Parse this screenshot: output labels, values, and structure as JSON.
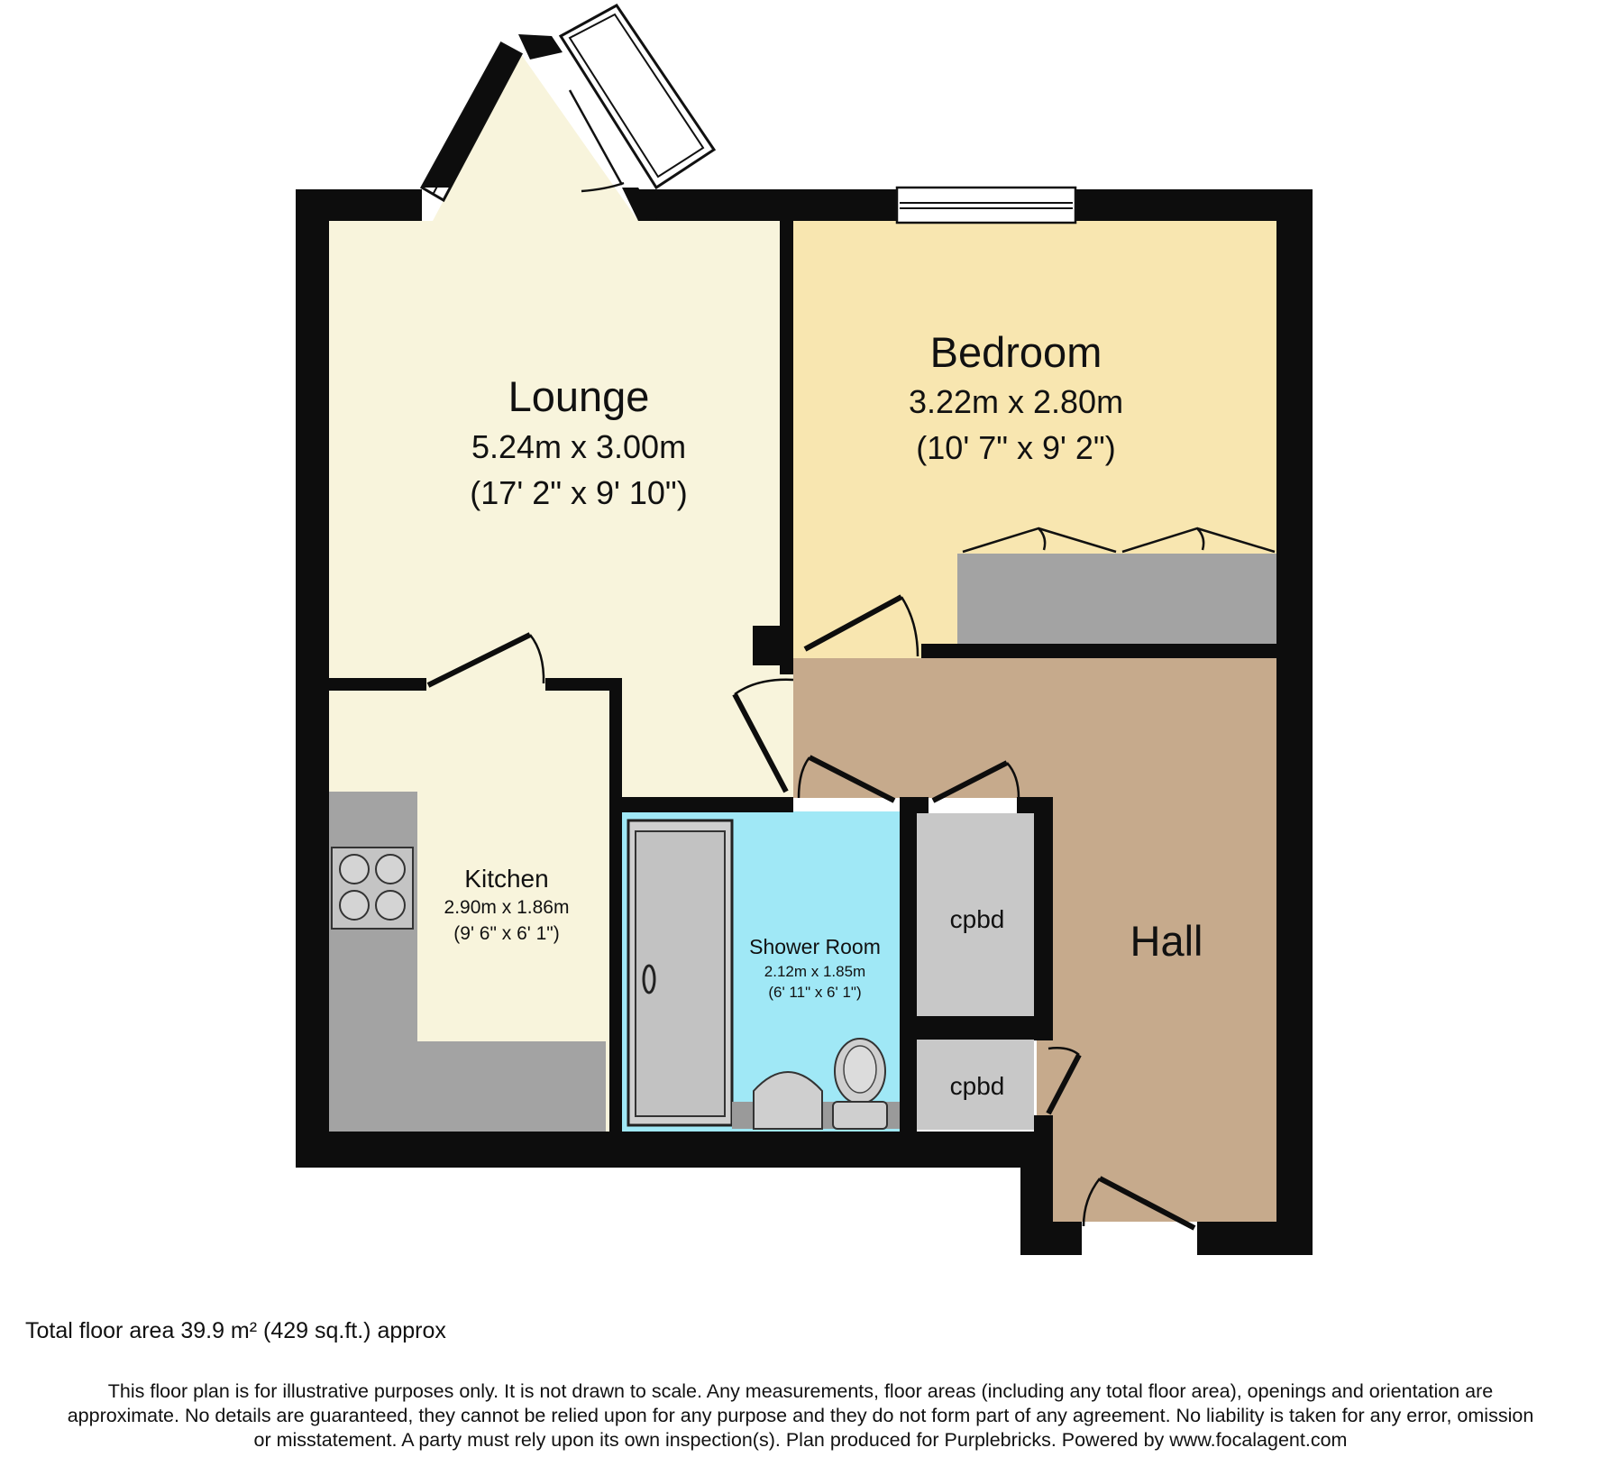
{
  "rooms": {
    "lounge": {
      "name": "Lounge",
      "size": "5.24m x 3.00m",
      "imperial": "(17' 2\" x 9' 10\")"
    },
    "bedroom": {
      "name": "Bedroom",
      "size": "3.22m x 2.80m",
      "imperial": "(10' 7\" x 9' 2\")"
    },
    "kitchen": {
      "name": "Kitchen",
      "size": "2.90m x 1.86m",
      "imperial": "(9' 6\" x 6' 1\")"
    },
    "shower": {
      "name": "Shower Room",
      "size": "2.12m x 1.85m",
      "imperial": "(6' 11\" x 6' 1\")"
    },
    "hall": {
      "name": "Hall"
    },
    "cupboard_1": {
      "name": "cpbd"
    },
    "cupboard_2": {
      "name": "cpbd"
    }
  },
  "colors": {
    "wall": "#0d0d0d",
    "lounge": "#f8f4dc",
    "kitchen": "#f8f4dc",
    "bedroom": "#f8e6b0",
    "hall": "#c6aa8c",
    "shower": "#a0e8f6",
    "fitted": "#a3a3a3",
    "cupboard": "#c8c8c8"
  },
  "footer": {
    "total_area": "Total floor area 39.9 m² (429 sq.ft.) approx",
    "disclaimer_1": "This floor plan is for illustrative purposes only. It is not drawn to scale. Any measurements, floor areas (including any total floor area), openings and orientation are",
    "disclaimer_2": "approximate. No details are guaranteed, they cannot be relied upon for any purpose and they do not form part of any agreement. No liability is taken for any error, omission",
    "disclaimer_3": "or misstatement. A party must rely upon its own inspection(s). Plan produced for Purplebricks. Powered by www.focalagent.com"
  }
}
